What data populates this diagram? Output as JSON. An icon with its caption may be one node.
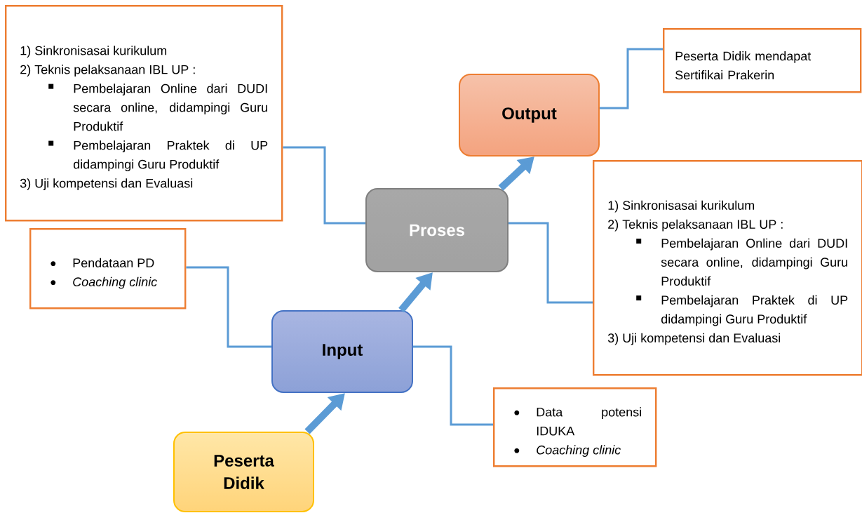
{
  "diagram": {
    "nodes": [
      {
        "text": [
          "Peserta Didik"
        ]
      },
      {
        "text": [
          "Input"
        ]
      },
      {
        "text": [
          "Proses"
        ]
      },
      {
        "text": [
          "Output"
        ]
      },
      {
        "text": [
          "1) Sinkronisasai kurikulum",
          "2) Teknis pelaksanaan IBL UP :",
          "Pembelajaran Online dari DUDI secara online, didampingi Guru Produktif",
          "Pembelajaran Praktek di UP didampingi Guru Produktif",
          "3) Uji kompetensi dan Evaluasi"
        ]
      },
      {
        "text": [
          "Pendataan PD",
          "Coaching clinic"
        ]
      },
      {
        "text": [
          "Peserta Didik mendapat Sertifikai Prakerin"
        ]
      },
      {
        "text": [
          "1) Sinkronisasai kurikulum",
          "2) Teknis pelaksanaan IBL UP :",
          "Pembelajaran Online dari DUDI secara online, didampingi Guru Produktif",
          "Pembelajaran Praktek di UP didampingi Guru Produktif",
          "3) Uji kompetensi dan Evaluasi"
        ]
      },
      {
        "text": [
          "Data potensi IDUKA",
          "Coaching clinic"
        ]
      }
    ],
    "edges": [
      {
        "from": 0,
        "to": 1,
        "arrow": "to",
        "style": "thick"
      },
      {
        "from": 1,
        "to": 2,
        "arrow": "to",
        "style": "thick"
      },
      {
        "from": 2,
        "to": 3,
        "arrow": "to",
        "style": "thick"
      },
      {
        "from": 4,
        "to": 2,
        "arrow": "none"
      },
      {
        "from": 5,
        "to": 1,
        "arrow": "none"
      },
      {
        "from": 3,
        "to": 6,
        "arrow": "none"
      },
      {
        "from": 2,
        "to": 7,
        "arrow": "none"
      },
      {
        "from": 1,
        "to": 8,
        "arrow": "none"
      }
    ]
  }
}
